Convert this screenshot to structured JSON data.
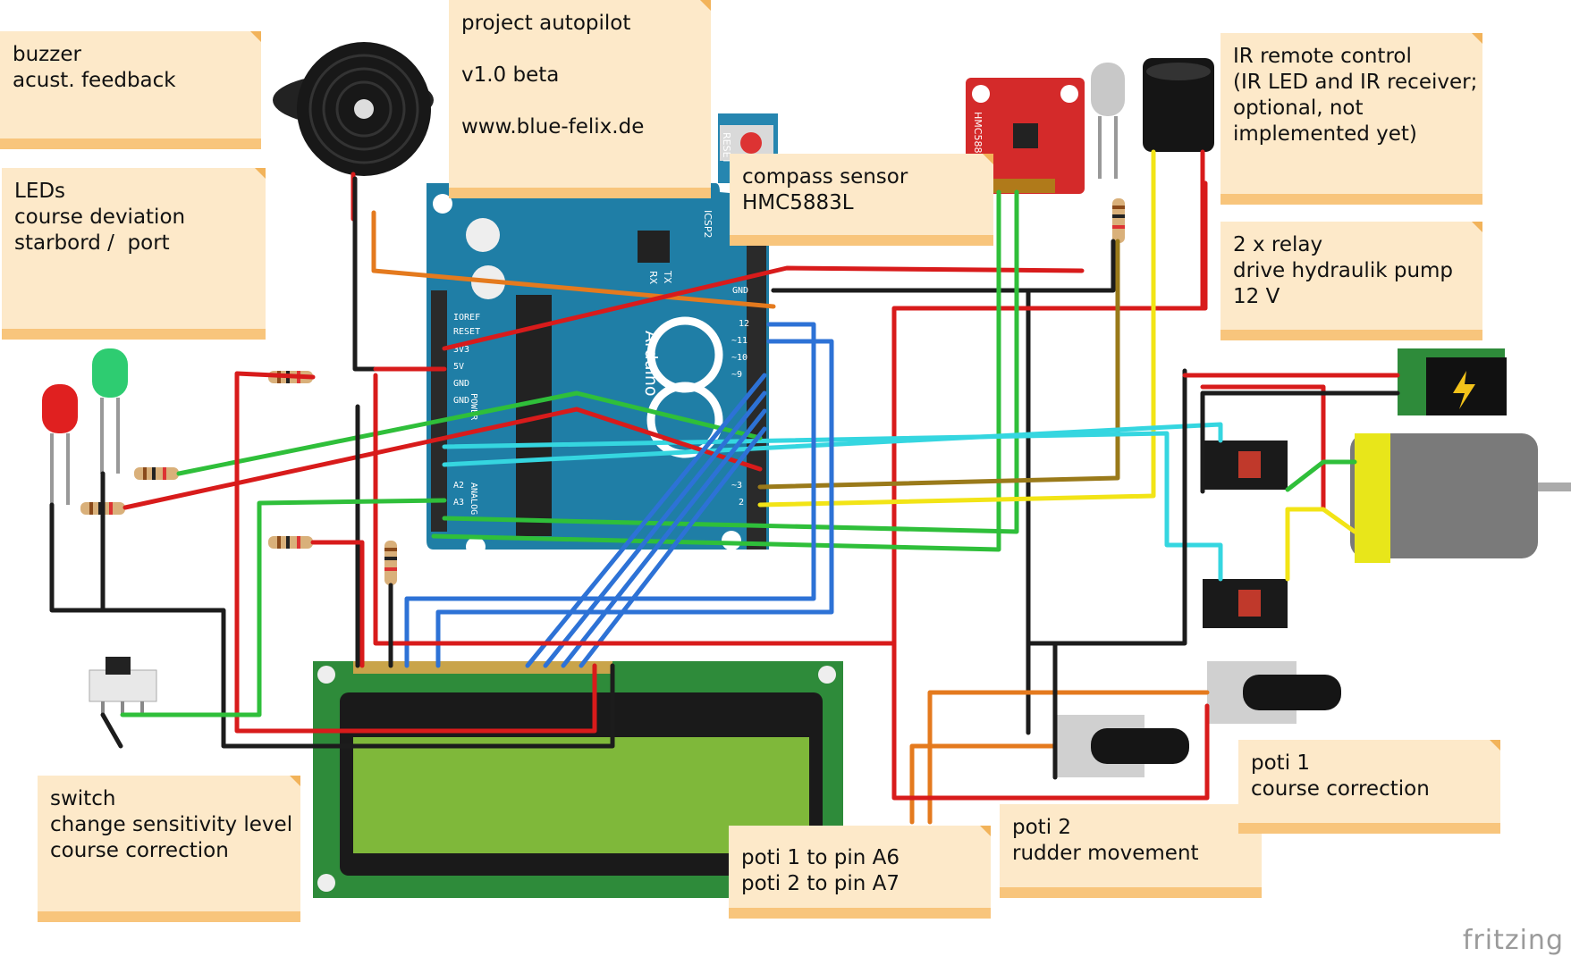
{
  "notes": {
    "buzzer": [
      "buzzer",
      "acust. feedback"
    ],
    "project": [
      "project autopilot",
      "v1.0 beta",
      "www.blue-felix.de"
    ],
    "leds": [
      "LEDs",
      "course deviation",
      "starbord /  port"
    ],
    "compass": [
      "compass sensor",
      "HMC5883L"
    ],
    "ir": [
      "IR remote control",
      "(IR LED and IR receiver;",
      "optional, not",
      "implemented yet)"
    ],
    "relay": [
      "2 x relay",
      "drive hydraulik pump",
      "12 V"
    ],
    "switch": [
      "switch",
      "change sensitivity level",
      "course correction"
    ],
    "pins": [
      "poti 1 to pin A6",
      "poti 2 to pin A7"
    ],
    "poti2": [
      "poti 2",
      "rudder movement"
    ],
    "poti1": [
      "poti 1",
      "course correction"
    ]
  },
  "board": {
    "name": "Arduino",
    "reset": "RESET",
    "icsp": "ICSP2",
    "tx": "TX",
    "rx": "RX",
    "power_pins": [
      "IOREF",
      "RESET",
      "3V3",
      "5V",
      "GND",
      "GND"
    ],
    "power_header": "POWER",
    "analog_pins": [
      "A2",
      "A3"
    ],
    "analog_header": "ANALOG",
    "digital_pins": [
      "GND",
      "12",
      "~11",
      "~10",
      "~9",
      "~3",
      "2"
    ]
  },
  "compass_chip_label": "HMC5883L",
  "brand": "fritzing",
  "colors": {
    "wire_red": "#d81b1b",
    "wire_black": "#1c1c1c",
    "wire_green": "#2fbf3a",
    "wire_blue": "#2d72d6",
    "wire_cyan": "#35d6e0",
    "wire_yellow": "#f2e416",
    "wire_orange": "#e47a1e",
    "wire_olive": "#9a7a1a",
    "board_blue": "#1f7ea6",
    "lcd_green": "#7fb83a",
    "note_bg": "#fde9c9",
    "note_bar": "#f8c57c"
  }
}
